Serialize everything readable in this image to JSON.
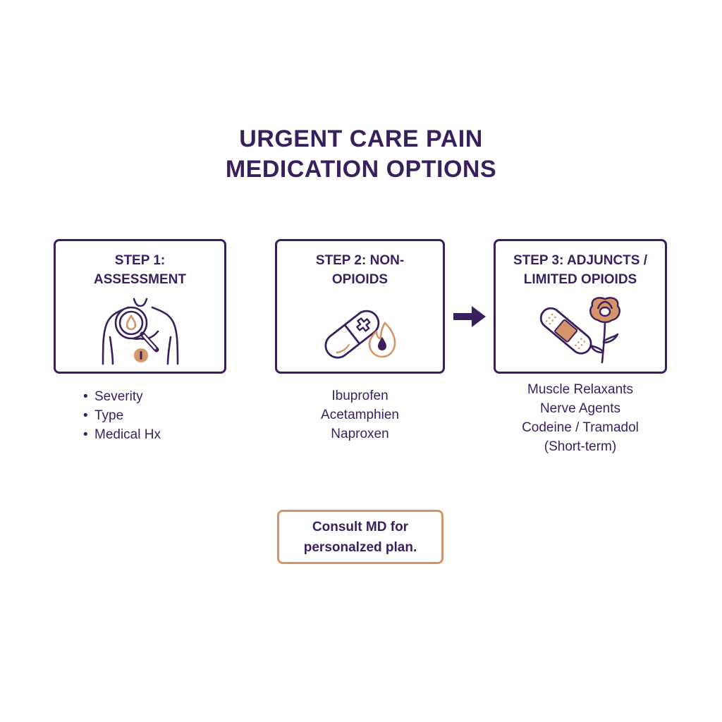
{
  "title": {
    "line1": "URGENT CARE PAIN",
    "line2": "MEDICATION OPTIONS"
  },
  "steps": [
    {
      "title_line1": "STEP 1:",
      "title_line2": "ASSESSMENT",
      "icon": "body-magnifier-icon",
      "items": [
        "Severity",
        "Type",
        "Medical Hx"
      ]
    },
    {
      "title_line1": "STEP 2: NON-",
      "title_line2": "OPIOIDS",
      "icon": "pill-flame-icon",
      "items": [
        "Ibuprofen",
        "Acetamphien",
        "Naproxen"
      ]
    },
    {
      "title_line1": "STEP 3: ADJUNCTS /",
      "title_line2": "LIMITED OPIOIDS",
      "icon": "bandage-poppy-icon",
      "items": [
        "Muscle Relaxants",
        "Nerve Agents",
        "Codeine / Tramadol",
        "(Short-term)"
      ]
    }
  ],
  "bullet_glyph": "•",
  "note": {
    "line1": "Consult MD for",
    "line2": "personalzed plan."
  },
  "colors": {
    "primary": "#3a1f5d",
    "accent": "#d4956a",
    "background": "#ffffff"
  }
}
